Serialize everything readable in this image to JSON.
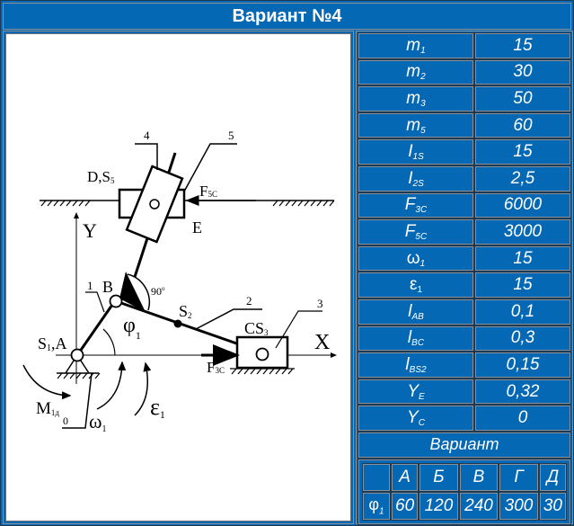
{
  "title": "Вариант №4",
  "diagram": {
    "labels": {
      "link_4": "4",
      "link_5": "5",
      "point_D": "D,S",
      "point_D_sub": "5",
      "force_F5c": "F",
      "force_F5c_sub": "5C",
      "point_E": "E",
      "axis_Y": "Y",
      "link_1": "1",
      "point_B": "B",
      "angle_90": "90",
      "angle_90_sup": "o",
      "phi": "φ",
      "phi_sub": "1",
      "point_S2": "S",
      "point_S2_sub": "2",
      "link_2": "2",
      "link_3": "3",
      "point_C": "CS",
      "point_C_sub": "3",
      "axis_X": "X",
      "point_A": "S",
      "point_A_sub": "1",
      "point_A_suffix": ",A",
      "force_F3c": "F",
      "force_F3c_sub": "3C",
      "moment": "M",
      "moment_sub": "1д",
      "ground_0": "0",
      "omega": "ω",
      "omega_sub": "1",
      "epsilon": "ε",
      "epsilon_sub": "1"
    }
  },
  "parameters": [
    {
      "name": "m",
      "sub": "1",
      "value": "15"
    },
    {
      "name": "m",
      "sub": "2",
      "value": "30"
    },
    {
      "name": "m",
      "sub": "3",
      "value": "50"
    },
    {
      "name": "m",
      "sub": "5",
      "value": "60"
    },
    {
      "name": "I",
      "sub": "1S",
      "value": "15"
    },
    {
      "name": "I",
      "sub": "2S",
      "value": "2,5"
    },
    {
      "name": "F",
      "sub": "3C",
      "value": "6000"
    },
    {
      "name": "F",
      "sub": "5C",
      "value": "3000"
    },
    {
      "name": "ω",
      "sub": "1",
      "value": "15"
    },
    {
      "name": "ε",
      "sub": "1",
      "value": "15"
    },
    {
      "name": "l",
      "sub": "AB",
      "value": "0,1"
    },
    {
      "name": "l",
      "sub": "BC",
      "value": "0,3"
    },
    {
      "name": "l",
      "sub": "BS2",
      "value": "0,15"
    },
    {
      "name": "Y",
      "sub": "E",
      "value": "0,32"
    },
    {
      "name": "Y",
      "sub": "C",
      "value": "0"
    }
  ],
  "variant_table": {
    "heading": "Вариант",
    "row_label": "φ",
    "row_label_sub": "1",
    "columns": [
      "А",
      "Б",
      "В",
      "Г",
      "Д"
    ],
    "values": [
      "60",
      "120",
      "240",
      "300",
      "30"
    ]
  }
}
